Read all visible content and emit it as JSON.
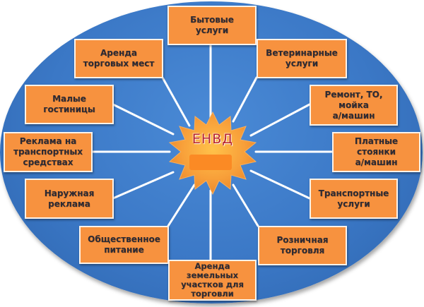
{
  "diagram": {
    "center": {
      "label": "ЕНВД",
      "subtitle": ""
    },
    "colors": {
      "ellipse": "#3b78c6",
      "box_fill": "#f7923f",
      "box_border": "#fdf3ea",
      "star_fill": "#f8a03a",
      "center_text": "#b8232f",
      "connector": "#ffffff"
    },
    "nodes": [
      {
        "id": "bytovye-uslugi",
        "label": "Бытовые\nуслуги"
      },
      {
        "id": "arenda-torgovyh-mest",
        "label": "Аренда\nторговых мест"
      },
      {
        "id": "veterinarnye-uslugi",
        "label": "Ветеринарные\nуслуги"
      },
      {
        "id": "malye-gostinicy",
        "label": "Малые\nгостиницы"
      },
      {
        "id": "remont-to-moyka",
        "label": "Ремонт, ТО,\nмойка\nа/машин"
      },
      {
        "id": "reklama-na-transporte",
        "label": "Реклама на\nтранспортных\nсредствах"
      },
      {
        "id": "platnye-stoyanki",
        "label": "Платные\nстоянки\nа/машин"
      },
      {
        "id": "naruzhnaya-reklama",
        "label": "Наружная\nреклама"
      },
      {
        "id": "transportnye-uslugi",
        "label": "Транспортные\nуслуги"
      },
      {
        "id": "obshchestvennoe-pitanie",
        "label": "Общественное\nпитание"
      },
      {
        "id": "roznichnaya-torgovlya",
        "label": "Розничная\nторговля"
      },
      {
        "id": "arenda-zemelnyh-uchastkov",
        "label": "Аренда\nземельных\nучастков для\nторговли"
      }
    ]
  }
}
